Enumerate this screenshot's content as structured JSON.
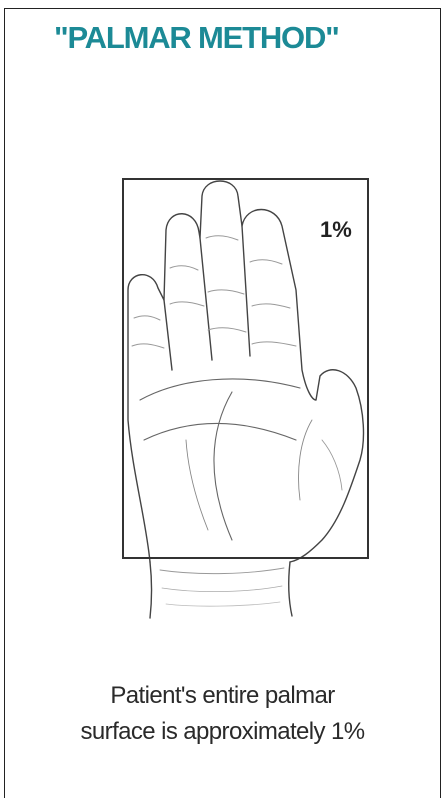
{
  "title": "\"PALMAR METHOD\"",
  "diagram": {
    "palm_area_label": "1%"
  },
  "caption": {
    "line1": "Patient's entire palmar",
    "line2": "surface is approximately 1%"
  },
  "colors": {
    "title": "#1c8a96",
    "text": "#2a2a2a",
    "outline": "#333333"
  }
}
